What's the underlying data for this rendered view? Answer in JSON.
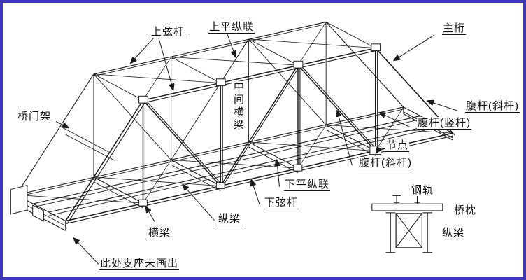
{
  "figure": {
    "type": "truss-bridge-structure-diagram",
    "border_color": "#3e38b8",
    "background_color": "#ffffff",
    "line_color": "#1a1a1a"
  },
  "labels": {
    "top_chord": "上弦杆",
    "top_lateral_bracing": "上平纵联",
    "main_truss": "主桁",
    "portal_frame": "桥门架",
    "mid_cross_beam": "中间横梁",
    "web_diagonal_upper": "腹杆(斜杆)",
    "web_vertical": "腹杆(竖杆)",
    "node": "节点",
    "web_diagonal_lower": "腹杆(斜杆)",
    "bottom_lateral_bracing": "下平纵联",
    "bottom_chord": "下弦杆",
    "stringer": "纵梁",
    "cross_beam": "横梁",
    "support_note": "此处支座未画出",
    "detail": {
      "rail": "钢轨",
      "sleeper": "桥枕",
      "stringer": "纵梁"
    }
  }
}
